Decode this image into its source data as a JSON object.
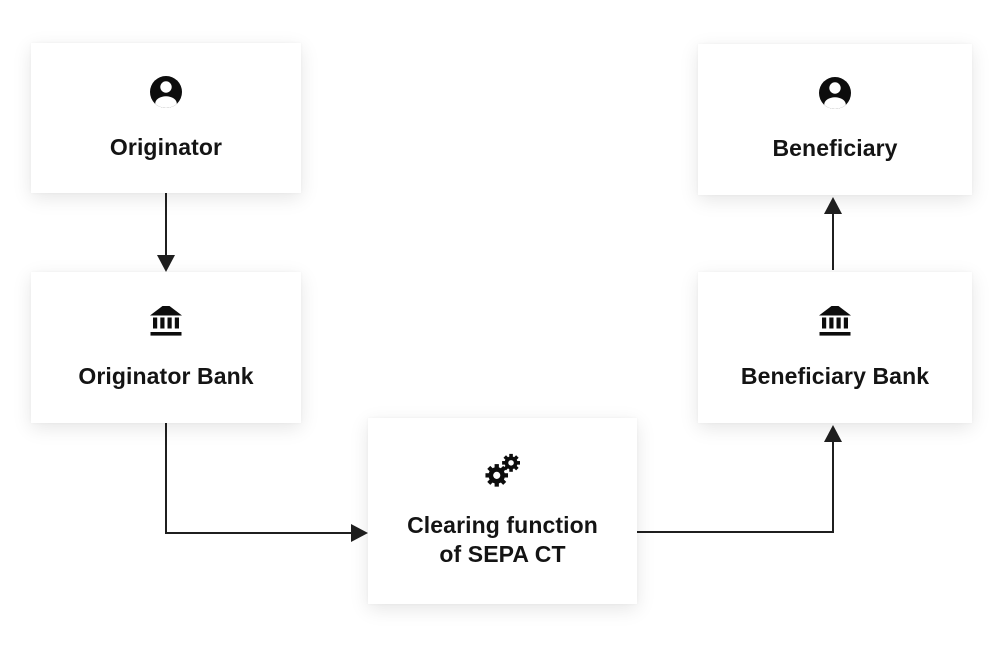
{
  "diagram": {
    "background_color": "#ffffff",
    "node_color": "#ffffff",
    "text_color": "#141414",
    "line_color": "#1f1f1f",
    "nodes": {
      "originator": {
        "label": "Originator",
        "icon": "person-icon"
      },
      "originator_bank": {
        "label": "Originator Bank",
        "icon": "bank-icon"
      },
      "clearing": {
        "label_line1": "Clearing function",
        "label_line2": "of SEPA CT",
        "icon": "gears-icon"
      },
      "beneficiary": {
        "label": "Beneficiary",
        "icon": "person-icon"
      },
      "beneficiary_bank": {
        "label": "Beneficiary Bank",
        "icon": "bank-icon"
      }
    },
    "connections": [
      {
        "from": "Originator",
        "to": "Originator Bank"
      },
      {
        "from": "Originator Bank",
        "to": "Clearing function of SEPA CT"
      },
      {
        "from": "Clearing function of SEPA CT",
        "to": "Beneficiary Bank"
      },
      {
        "from": "Beneficiary Bank",
        "to": "Beneficiary"
      }
    ]
  }
}
